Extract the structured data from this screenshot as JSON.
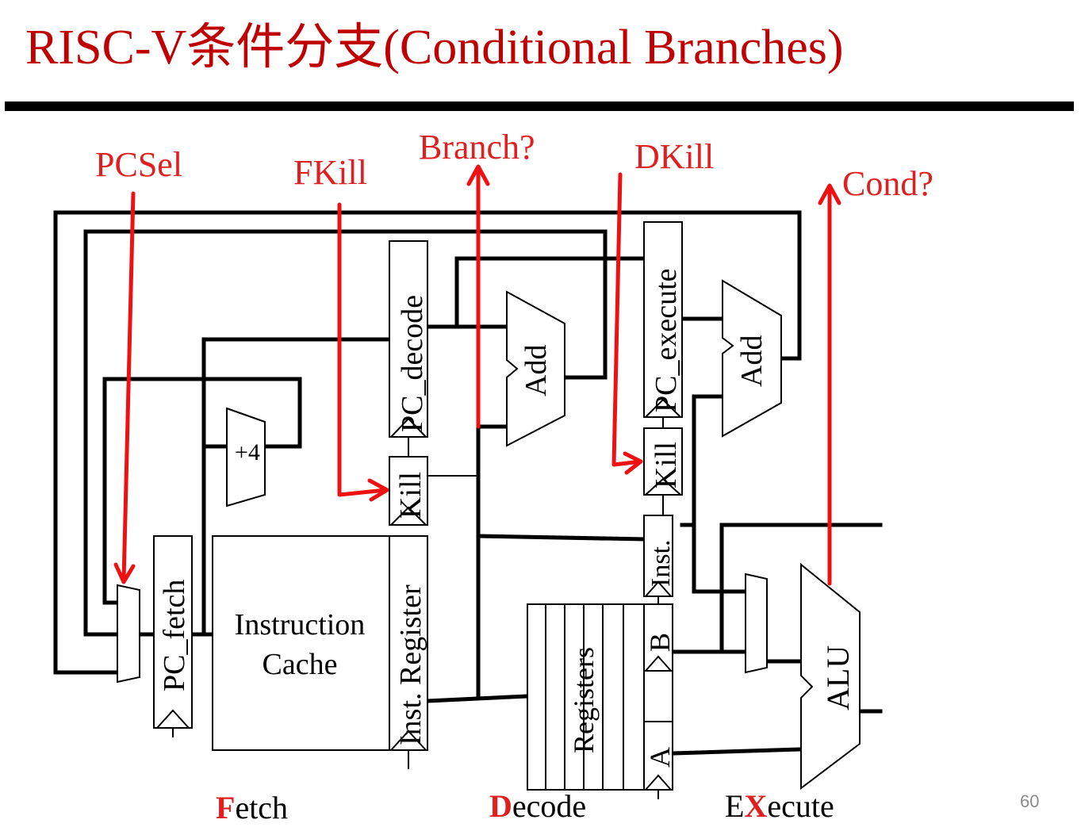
{
  "slide": {
    "title": "RISC-V条件分支(Conditional Branches)",
    "page_number": "60",
    "accent_color": "#c00000",
    "signal_color": "#e02020"
  },
  "signals": {
    "pcsel": "PCSel",
    "fkill": "FKill",
    "branch": "Branch?",
    "dkill": "DKill",
    "cond": "Cond?"
  },
  "blocks": {
    "pc_fetch": "PC_fetch",
    "pc_decode": "PC_decode",
    "pc_execute": "PC_execute",
    "kill_fetch": "Kill",
    "kill_decode": "Kill",
    "inst_register": "Inst. Register",
    "inst_exec": "Inst.",
    "instruction_cache_line1": "Instruction",
    "instruction_cache_line2": "Cache",
    "plus4": "+4",
    "add_decode": "Add",
    "add_execute": "Add",
    "registers": "Registers",
    "reg_b": "B",
    "reg_a": "A",
    "alu": "ALU"
  },
  "stages": {
    "fetch_initial": "F",
    "fetch_rest": "etch",
    "decode_initial": "D",
    "decode_rest": "ecode",
    "execute_e": "E",
    "execute_x": "X",
    "execute_rest": "ecute"
  }
}
